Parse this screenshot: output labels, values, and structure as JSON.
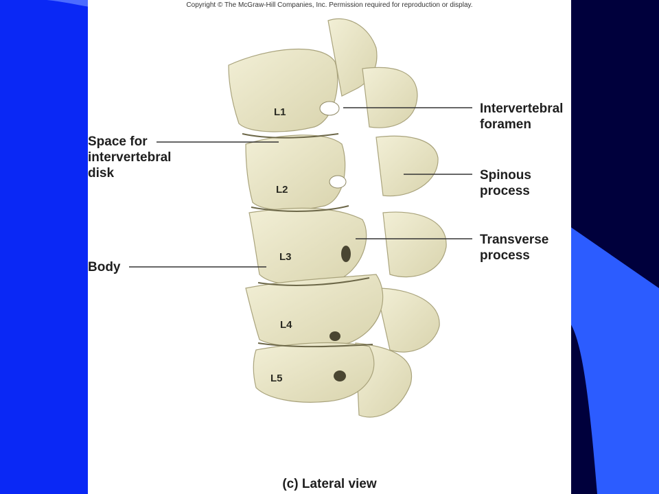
{
  "copyright": "Copyright © The McGraw-Hill Companies, Inc. Permission required for reproduction or display.",
  "caption": "(c) Lateral view",
  "vertebrae": [
    "L1",
    "L2",
    "L3",
    "L4",
    "L5"
  ],
  "labels": {
    "intervertebral_foramen": [
      "Intervertebral",
      "foramen"
    ],
    "space_for_disk": [
      "Space for",
      "intervertebral",
      "disk"
    ],
    "spinous_process": [
      "Spinous",
      "process"
    ],
    "transverse_process": [
      "Transverse",
      "process"
    ],
    "body": [
      "Body"
    ]
  },
  "colors": {
    "slide_blue": "#1a3cff",
    "slide_dark": "#00003c",
    "bone": "#e9e5c6",
    "bone_shadow": "#b9b48e"
  }
}
